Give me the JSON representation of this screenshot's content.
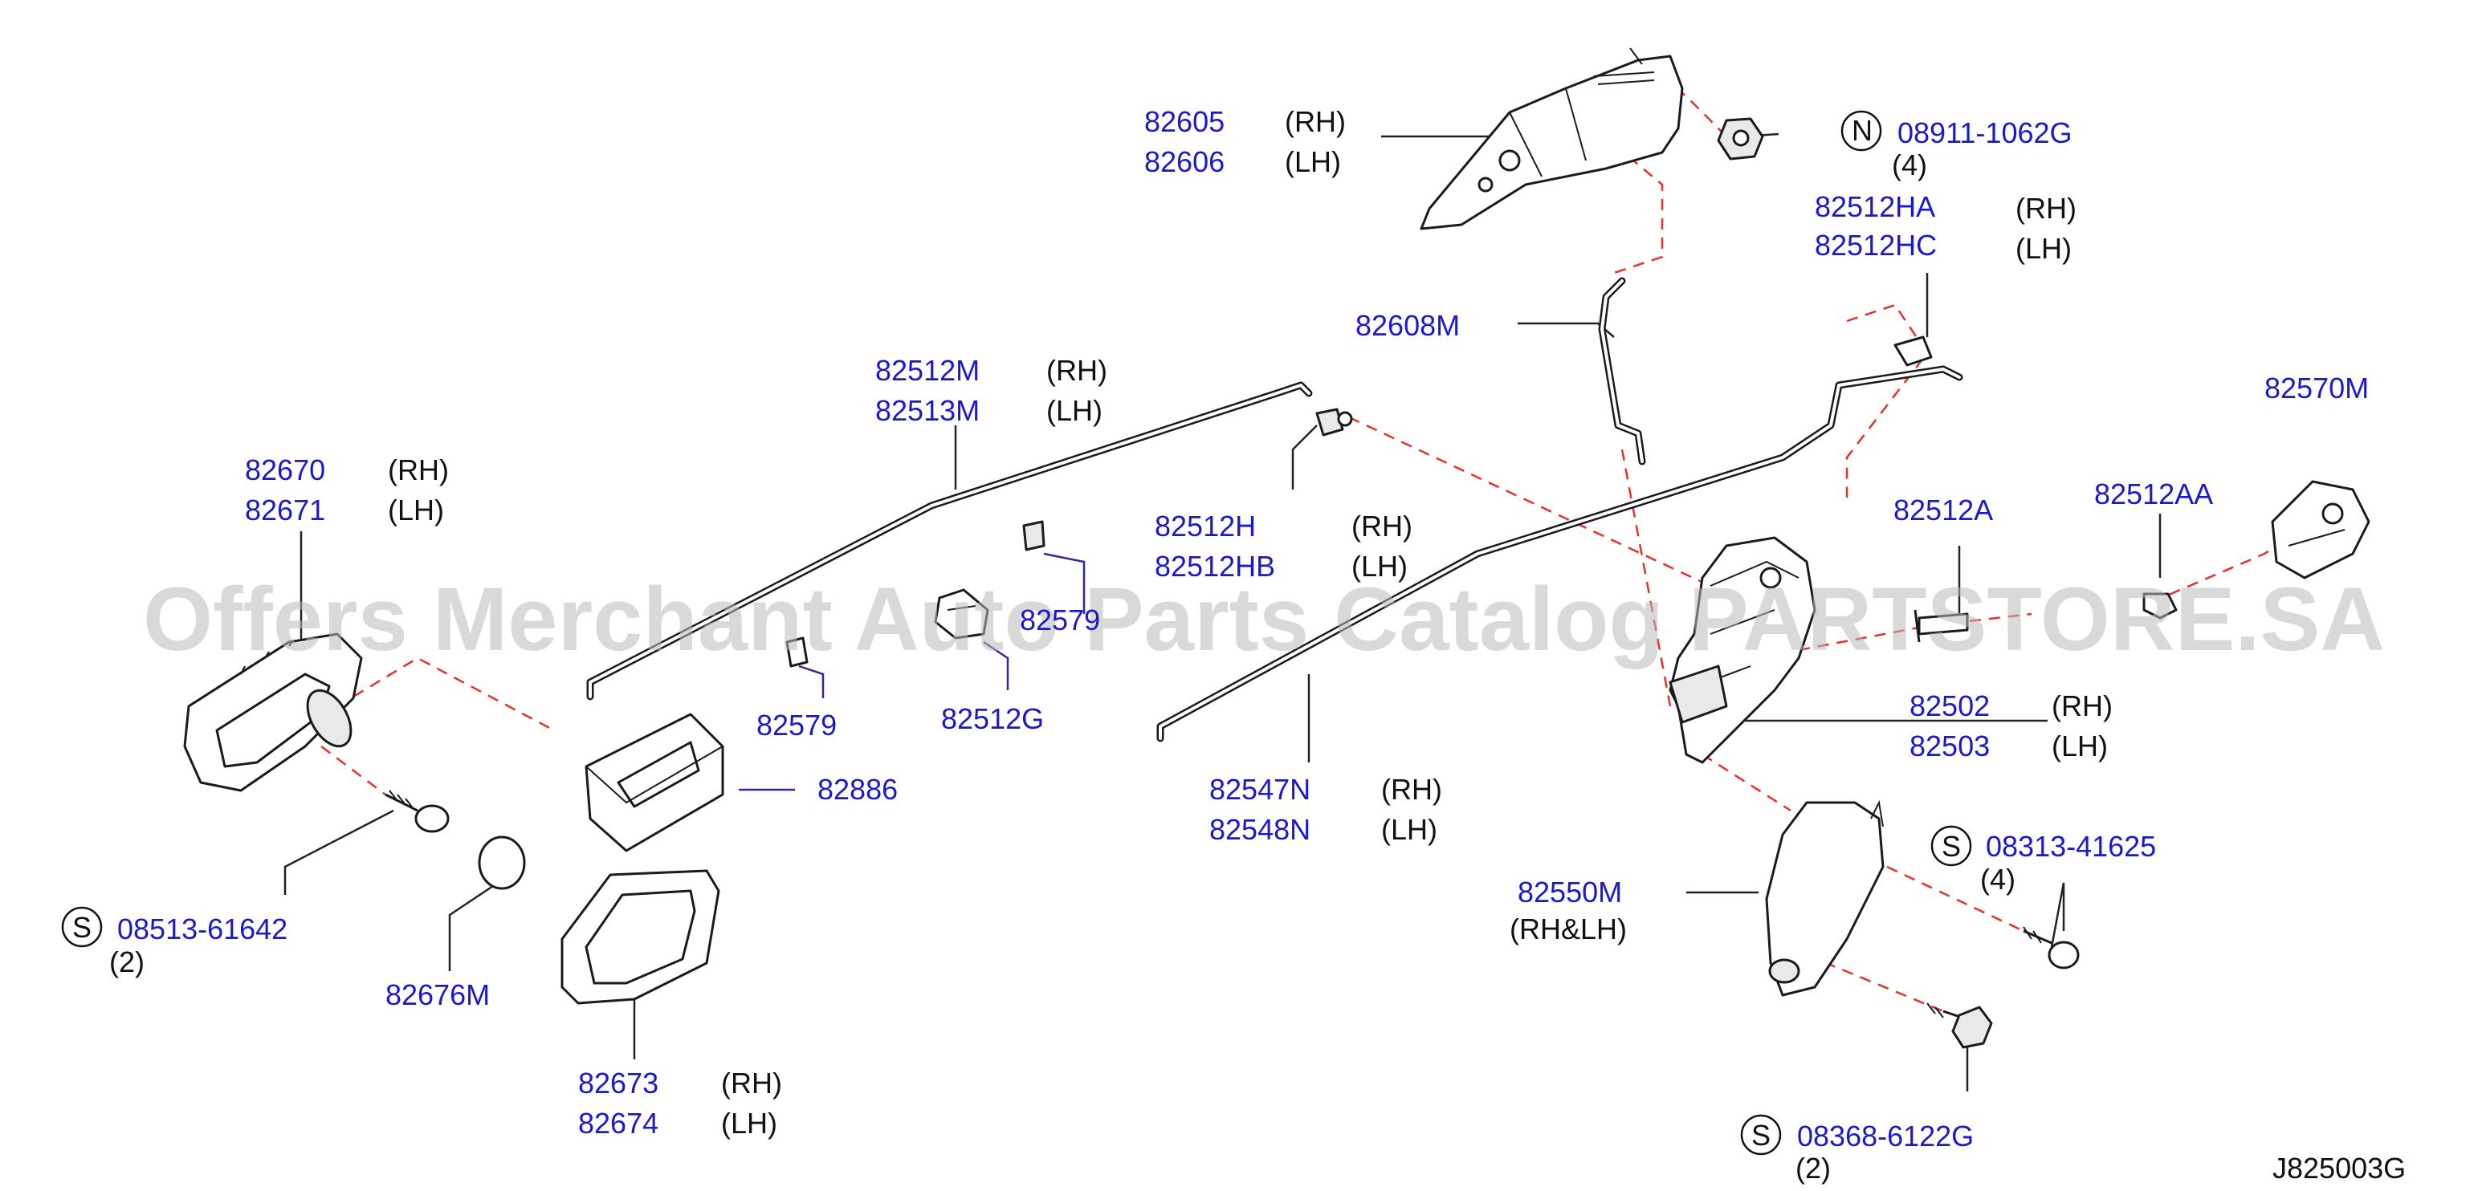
{
  "diagram_id": "J825003G",
  "watermark": "Offers Merchant Auto Parts Catalog PARTSTORE.SA",
  "callouts": {
    "c82605": {
      "pn1": "82605",
      "side1": "(RH)",
      "pn2": "82606",
      "side2": "(LH)"
    },
    "c08911": {
      "sym": "N",
      "pn": "08911-1062G",
      "qty": "(4)"
    },
    "c82512HA": {
      "pn1": "82512HA",
      "side1": "(RH)",
      "pn2": "82512HC",
      "side2": "(LH)"
    },
    "c82608M": {
      "pn": "82608M"
    },
    "c82512M": {
      "pn1": "82512M",
      "side1": "(RH)",
      "pn2": "82513M",
      "side2": "(LH)"
    },
    "c82670": {
      "pn1": "82670",
      "side1": "(RH)",
      "pn2": "82671",
      "side2": "(LH)"
    },
    "c82512H": {
      "pn1": "82512H",
      "side1": "(RH)",
      "pn2": "82512HB",
      "side2": "(LH)"
    },
    "c82579a": {
      "pn": "82579"
    },
    "c82579b": {
      "pn": "82579"
    },
    "c82512G": {
      "pn": "82512G"
    },
    "c82886": {
      "pn": "82886"
    },
    "c82570M": {
      "pn": "82570M"
    },
    "c82512AA": {
      "pn": "82512AA"
    },
    "c82512A": {
      "pn": "82512A"
    },
    "c82502": {
      "pn1": "82502",
      "side1": "(RH)",
      "pn2": "82503",
      "side2": "(LH)"
    },
    "c82547N": {
      "pn1": "82547N",
      "side1": "(RH)",
      "pn2": "82548N",
      "side2": "(LH)"
    },
    "c08513": {
      "sym": "S",
      "pn": "08513-61642",
      "qty": "(2)"
    },
    "c82676M": {
      "pn": "82676M"
    },
    "c08313": {
      "sym": "S",
      "pn": "08313-41625",
      "qty": "(4)"
    },
    "c82550M": {
      "pn": "82550M",
      "side": "(RH&LH)"
    },
    "c82673": {
      "pn1": "82673",
      "side1": "(RH)",
      "pn2": "82674",
      "side2": "(LH)"
    },
    "c08368": {
      "sym": "S",
      "pn": "08368-6122G",
      "qty": "(2)"
    }
  },
  "colors": {
    "part_number": "#1a1acc",
    "dashed_line": "#e8302a",
    "watermark": "#b9b9b9"
  }
}
